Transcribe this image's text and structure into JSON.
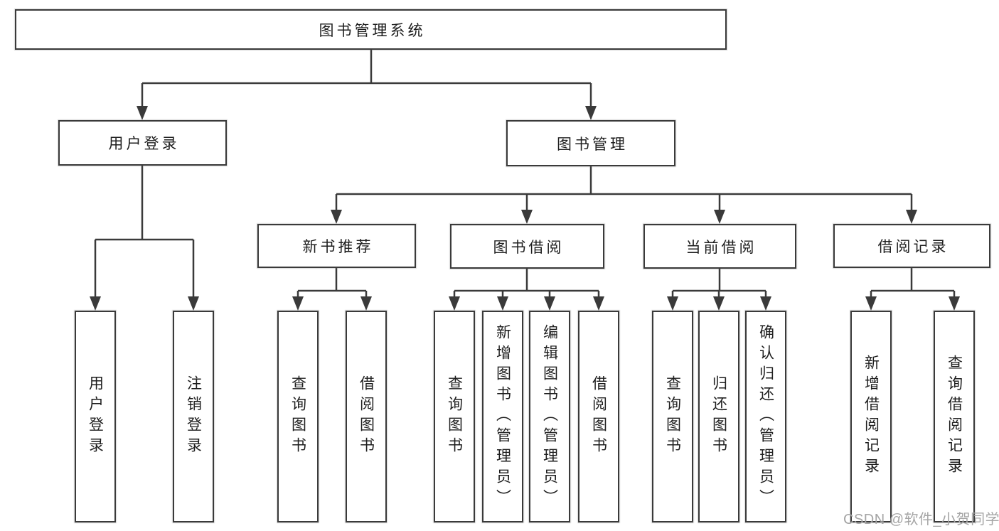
{
  "colors": {
    "background": "#ffffff",
    "line": "#3a3a3a",
    "box_border": "#3a3a3a",
    "text": "#1e1e1e",
    "watermark": "#a5a5a5"
  },
  "watermark": {
    "text": "CSDN @软件_小贺同学"
  },
  "tree": {
    "label": "图书管理系统",
    "children": [
      {
        "label": "用户登录",
        "children": [
          {
            "label": "用户登录"
          },
          {
            "label": "注销登录"
          }
        ]
      },
      {
        "label": "图书管理",
        "children": [
          {
            "label": "新书推荐",
            "children": [
              {
                "label": "查询图书"
              },
              {
                "label": "借阅图书"
              }
            ]
          },
          {
            "label": "图书借阅",
            "children": [
              {
                "label": "查询图书"
              },
              {
                "label": "新增图书（管理员）"
              },
              {
                "label": "编辑图书（管理员）"
              },
              {
                "label": "借阅图书"
              }
            ]
          },
          {
            "label": "当前借阅",
            "children": [
              {
                "label": "查询图书"
              },
              {
                "label": "归还图书"
              },
              {
                "label": "确认归还（管理员）"
              }
            ]
          },
          {
            "label": "借阅记录",
            "children": [
              {
                "label": "新增借阅记录"
              },
              {
                "label": "查询借阅记录"
              }
            ]
          }
        ]
      }
    ]
  }
}
